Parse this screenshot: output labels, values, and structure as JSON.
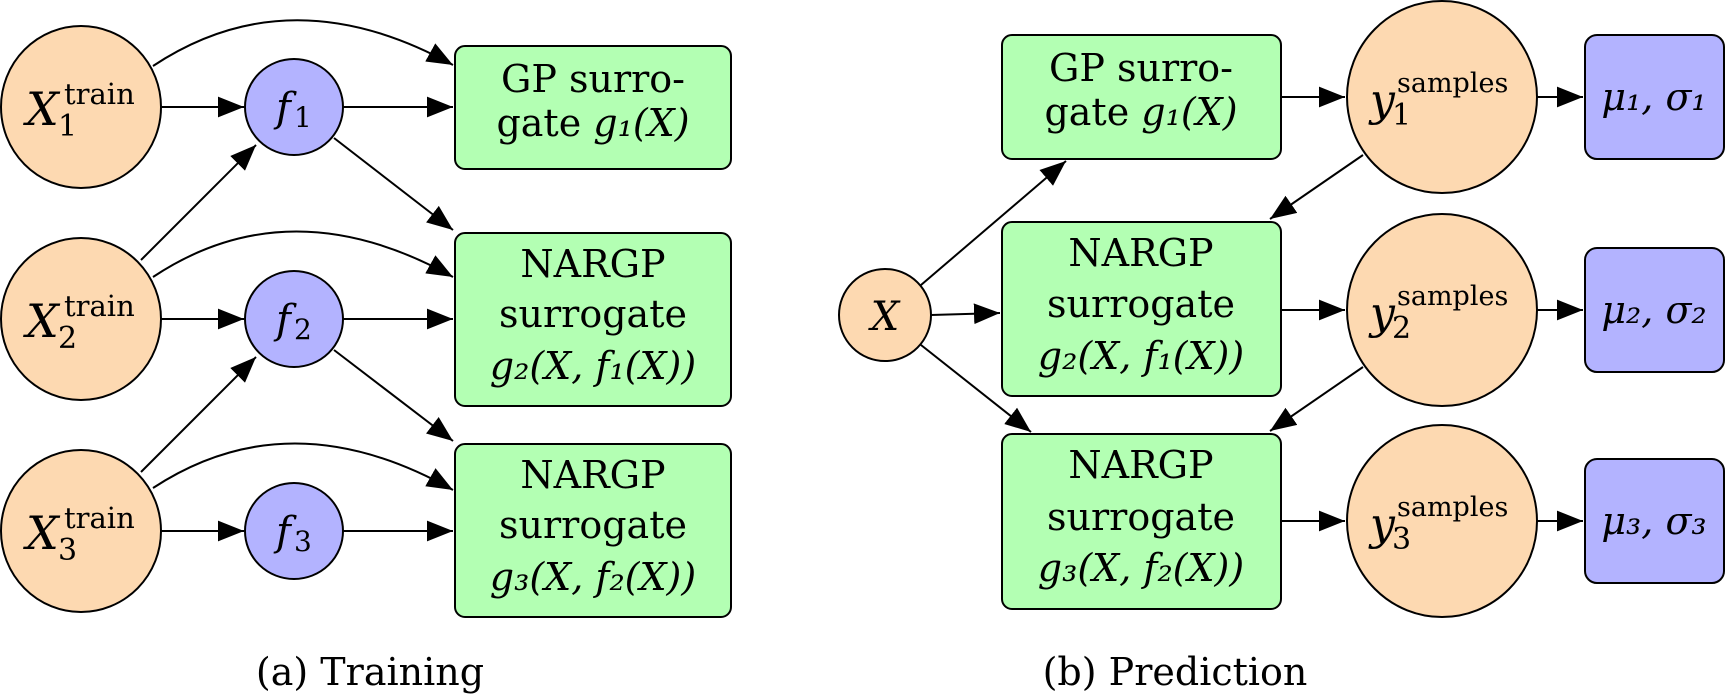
{
  "colors": {
    "input_node": "#FDD9B1",
    "function_node": "#B3B3FF",
    "surrogate_box": "#B3FFB3",
    "stroke": "#000000"
  },
  "training": {
    "caption": "(a) Training",
    "inputs": [
      {
        "base": "X",
        "sup": "train",
        "sub": "1"
      },
      {
        "base": "X",
        "sup": "train",
        "sub": "2"
      },
      {
        "base": "X",
        "sup": "train",
        "sub": "3"
      }
    ],
    "functions": [
      {
        "base": "f",
        "sub": "1"
      },
      {
        "base": "f",
        "sub": "2"
      },
      {
        "base": "f",
        "sub": "3"
      }
    ],
    "surrogates": [
      {
        "line1": "GP surro-",
        "line2_text": "gate ",
        "line2_math": "g₁(X)"
      },
      {
        "line1": "NARGP",
        "line2": "surrogate",
        "line3": "g₂(X, f₁(X))"
      },
      {
        "line1": "NARGP",
        "line2": "surrogate",
        "line3": "g₃(X, f₂(X))"
      }
    ]
  },
  "prediction": {
    "caption": "(b) Prediction",
    "input": {
      "base": "X"
    },
    "surrogates": [
      {
        "line1": "GP surro-",
        "line2_text": "gate ",
        "line2_math": "g₁(X)"
      },
      {
        "line1": "NARGP",
        "line2": "surrogate",
        "line3": "g₂(X, f₁(X))"
      },
      {
        "line1": "NARGP",
        "line2": "surrogate",
        "line3": "g₃(X, f₂(X))"
      }
    ],
    "samples": [
      {
        "base": "y",
        "sup": "samples",
        "sub": "1"
      },
      {
        "base": "y",
        "sup": "samples",
        "sub": "2"
      },
      {
        "base": "y",
        "sup": "samples",
        "sub": "3"
      }
    ],
    "outputs": [
      {
        "label": "μ₁, σ₁"
      },
      {
        "label": "μ₂, σ₂"
      },
      {
        "label": "μ₃, σ₃"
      }
    ]
  }
}
